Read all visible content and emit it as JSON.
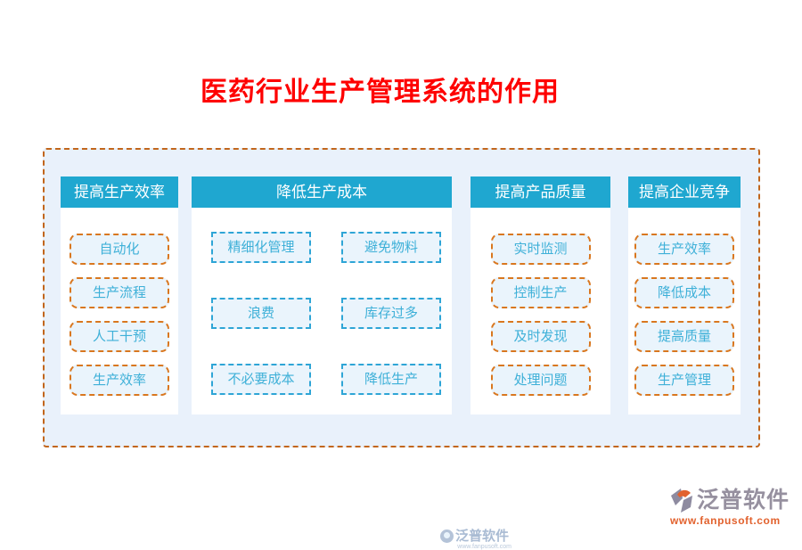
{
  "title": "医药行业生产管理系统的作用",
  "colors": {
    "title_text": "#fe0000",
    "header_bg": "#1fa7d0",
    "container_bg": "#e9f1fb",
    "container_border": "#c2661c",
    "box_fill": "#eaf4fc",
    "box_text": "#3eb0d8",
    "box_border_orange": "#d9771f",
    "box_border_blue": "#2ea5d6",
    "footer_brand_text": "#96909f",
    "footer_url_text": "#e2622e"
  },
  "columns": [
    {
      "header": "提高生产效率",
      "box_style": "rounded-orange",
      "layout": "list",
      "items": [
        "自动化",
        "生产流程",
        "人工干预",
        "生产效率"
      ]
    },
    {
      "header": "降低生产成本",
      "box_style": "square-blue",
      "layout": "grid-2col",
      "items": [
        "精细化管理",
        "避免物料",
        "浪费",
        "库存过多",
        "不必要成本",
        "降低生产"
      ]
    },
    {
      "header": "提高产品质量",
      "box_style": "rounded-orange",
      "layout": "list",
      "items": [
        "实时监测",
        "控制生产",
        "及时发现",
        "处理问题"
      ]
    },
    {
      "header": "提高企业竞争",
      "box_style": "rounded-orange",
      "layout": "list",
      "items": [
        "生产效率",
        "降低成本",
        "提高质量",
        "生产管理"
      ]
    }
  ],
  "watermark": {
    "brand": "泛普软件",
    "url": "www.fanpusoft.com"
  },
  "footer": {
    "brand": "泛普软件",
    "url": "www.fanpusoft.com"
  }
}
